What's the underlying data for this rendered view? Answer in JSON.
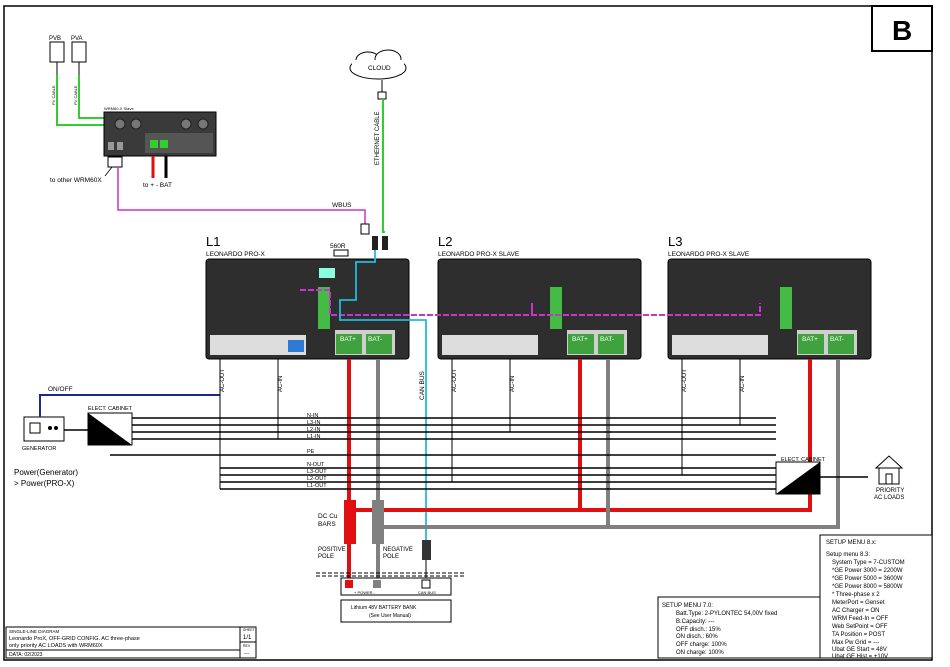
{
  "sheet_letter": "B",
  "pv_labels": [
    "PVB",
    "PVA"
  ],
  "pv_cable_label": "PV CABLE",
  "wrm_title": "WRM60-X Slave",
  "wrm_to_other": "to other WRM60X",
  "to_bat": "to + - BAT",
  "cloud": "CLOUD",
  "ethernet_cable": "ETHERNET CABLE",
  "wbus": "WBUS",
  "resistor": "560R",
  "can_bus": "CAN BUS",
  "inverters": [
    {
      "phase": "L1",
      "model": "LEONARDO PRO-X"
    },
    {
      "phase": "L2",
      "model": "LEONARDO PRO-X SLAVE"
    },
    {
      "phase": "L3",
      "model": "LEONARDO PRO-X SLAVE"
    }
  ],
  "bat_plus": "BAT+",
  "bat_minus": "BAT-",
  "ac_out": "AC-OUT",
  "ac_in": "AC-IN",
  "on_off": "ON/OFF",
  "generator": "GENERATOR",
  "elect_cabinet": "ELECT. CABINET",
  "bus_labels_in": [
    "N-IN",
    "L3-IN",
    "L2-IN",
    "L1-IN"
  ],
  "pe": "PE",
  "bus_labels_out": [
    "N-OUT",
    "L3-OUT",
    "L2-OUT",
    "L1-OUT"
  ],
  "power_note_1": "Power(Generator)",
  "power_note_2": "> Power(PRO-X)",
  "priority_1": "PRIORITY",
  "priority_2": "AC LOADS",
  "dc_bars_1": "DC Cu",
  "dc_bars_2": "BARS",
  "positive_pole_1": "POSITIVE",
  "positive_pole_2": "POLE",
  "negative_pole_1": "NEGATIVE",
  "negative_pole_2": "POLE",
  "battery_term_power": "+ POWER -",
  "battery_term_can": "CAN BUS",
  "battery_name_1": "Lithium 48V BATTERY BANK",
  "battery_name_2": "(See User Manual)",
  "title_block": {
    "line1": "SINGLE-LINE DIAGRAM",
    "line2": "Leonardo ProX, OFF-GRID CONFIG. AC three-phase",
    "line3": "only priority AC LOADS with WRM60X",
    "date": "DATA: 02/2023",
    "sheet_label": "SHEET",
    "sheet_value": "1/1",
    "rev_label": "REV",
    "rev_value": "---"
  },
  "setup7": {
    "title": "SETUP MENU 7.0:",
    "lines": [
      "Batt.Type: 2-PYLONTEC 54,00V fixed",
      "B.Capacity: ---",
      "OFF disch.: 15%",
      "ON  disch.: 60%",
      "OFF charge: 100%",
      "ON  charge: 100%"
    ]
  },
  "setup8": {
    "title": "SETUP MENU 8.x:",
    "lines": [
      "Setup menu 8.3:",
      "System Type = 7-CUSTOM",
      "*GE Power 3000 = 2200W",
      "*GE Power 5000 = 3600W",
      "*GE Power 8000 = 5800W",
      "* Three-phase x 2",
      "MeterPort = Genset",
      "AC Charger = ON",
      "WRM Feed-In = OFF",
      "Web SetPoint = OFF",
      "TA Position = POST",
      "Max Pw Grid = ---",
      "Ubat GE Start = 48V",
      "Ubat GE Hist = +10V"
    ]
  }
}
